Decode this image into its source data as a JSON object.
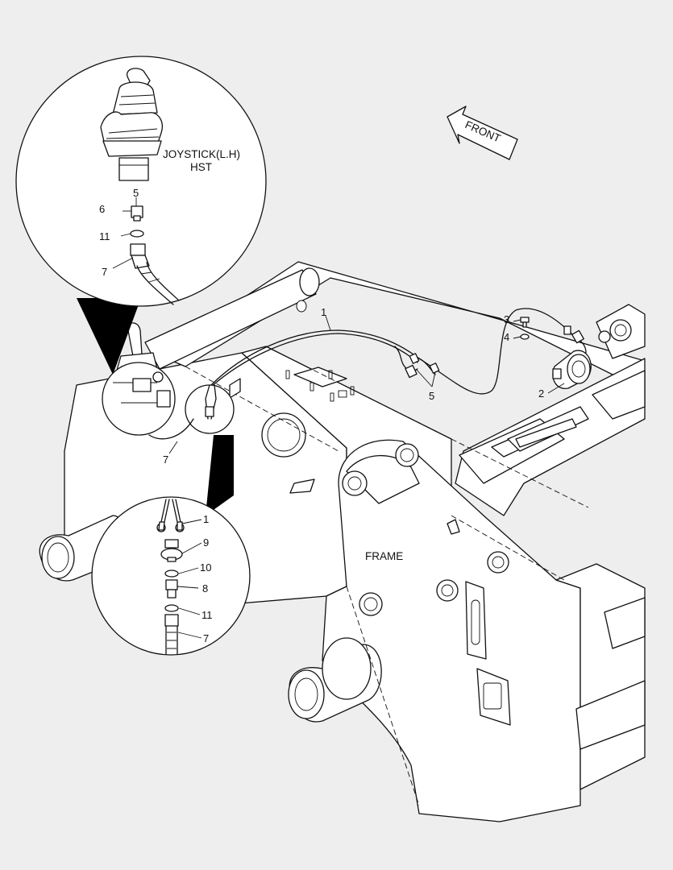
{
  "labels": {
    "joystick_line1": "JOYSTICK(L.H)",
    "joystick_line2": "HST",
    "front": "FRONT",
    "frame": "FRAME"
  },
  "callouts": {
    "top_inset": {
      "c5": "5",
      "c6": "6",
      "c11": "11",
      "c7": "7"
    },
    "bottom_inset": {
      "c1": "1",
      "c9": "9",
      "c10": "10",
      "c8": "8",
      "c11": "11",
      "c7": "7"
    },
    "main": {
      "c1": "1",
      "c2": "2",
      "c3": "3",
      "c4": "4",
      "c5": "5",
      "c7": "7"
    }
  }
}
